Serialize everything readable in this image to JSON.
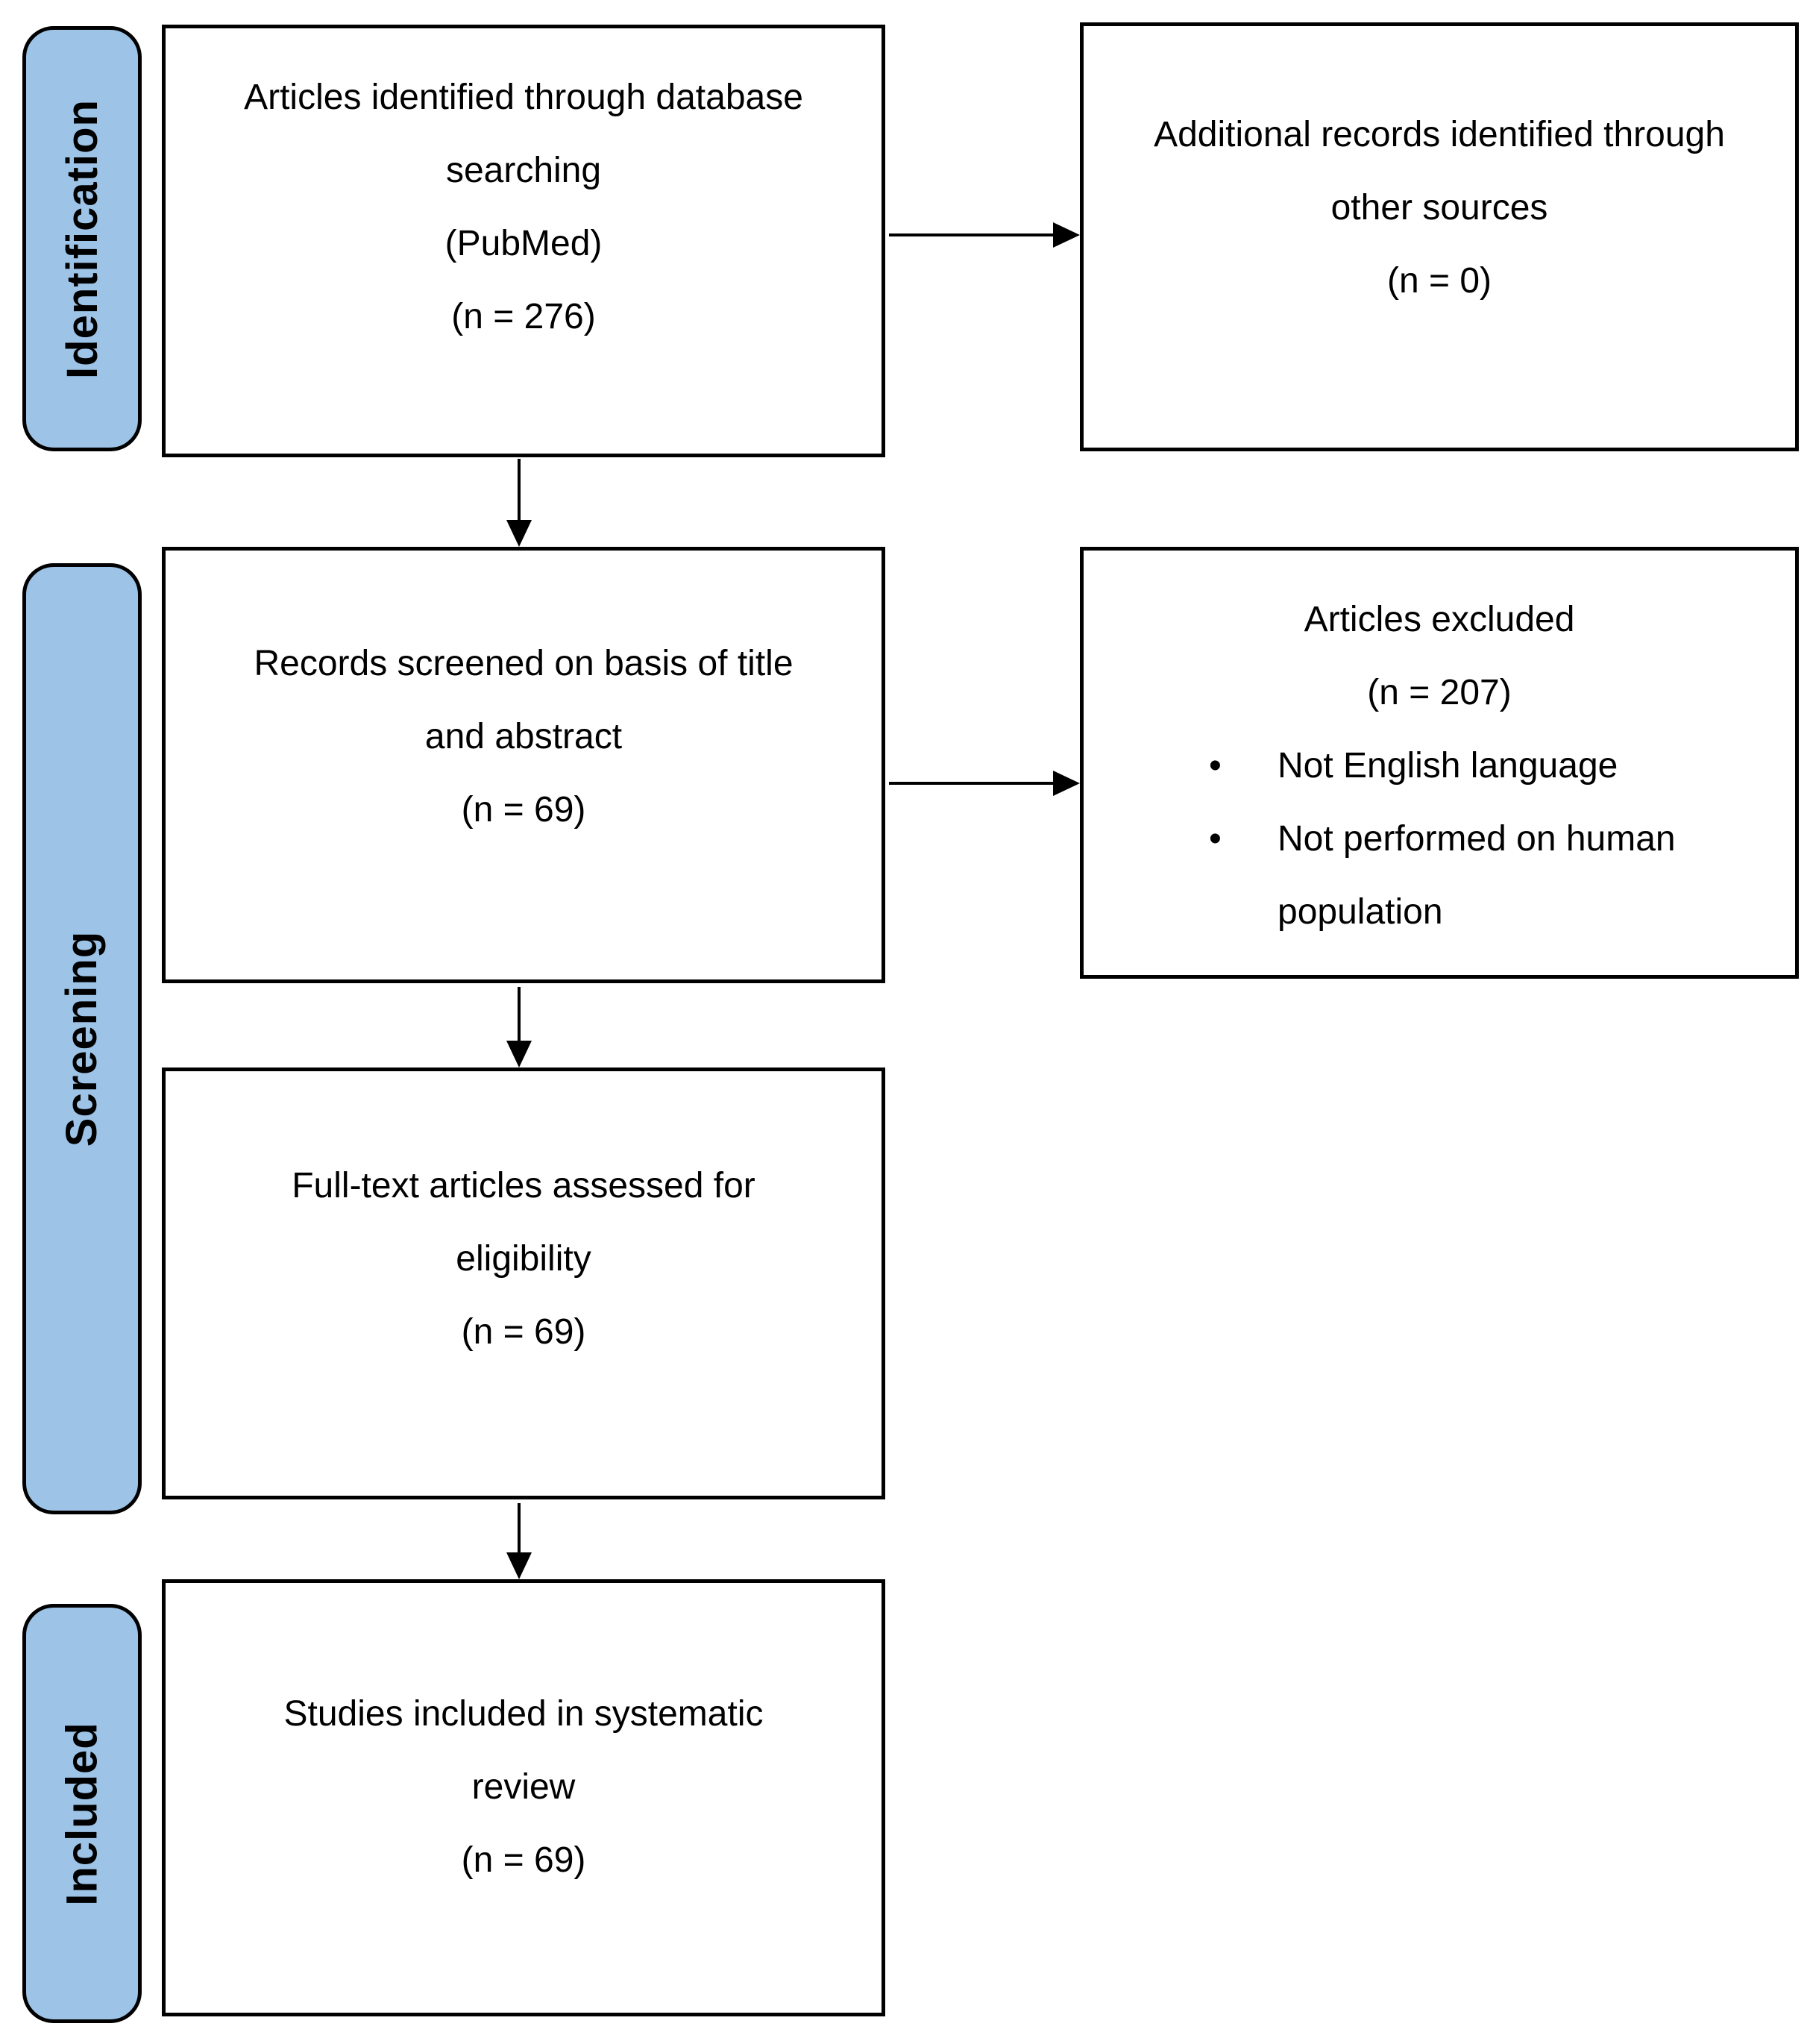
{
  "stages": [
    {
      "label": "Identification"
    },
    {
      "label": "Screening"
    },
    {
      "label": "Included"
    }
  ],
  "boxes": {
    "identified": {
      "lines": [
        "Articles identified through database",
        "searching",
        "(PubMed)",
        "(n = 276)"
      ]
    },
    "additional_sources": {
      "lines": [
        "Additional records identified through",
        "other sources",
        "(n = 0)"
      ]
    },
    "screened": {
      "lines": [
        "Records screened on basis of title",
        "and abstract",
        "(n = 69)"
      ]
    },
    "excluded": {
      "title": "Articles excluded",
      "count": "(n = 207)",
      "bullet_char": "•",
      "bullets": [
        {
          "text": "Not English language"
        },
        {
          "text": "Not performed on human population"
        }
      ]
    },
    "fulltext": {
      "lines": [
        "Full-text articles assessed for",
        "eligibility",
        "(n = 69)"
      ]
    },
    "included_studies": {
      "lines": [
        "Studies included in systematic",
        "review",
        "(n = 69)"
      ]
    }
  },
  "colors": {
    "stage_fill": "#9DC3E6",
    "box_fill": "#FFFFFF",
    "line_color": "#000000"
  }
}
